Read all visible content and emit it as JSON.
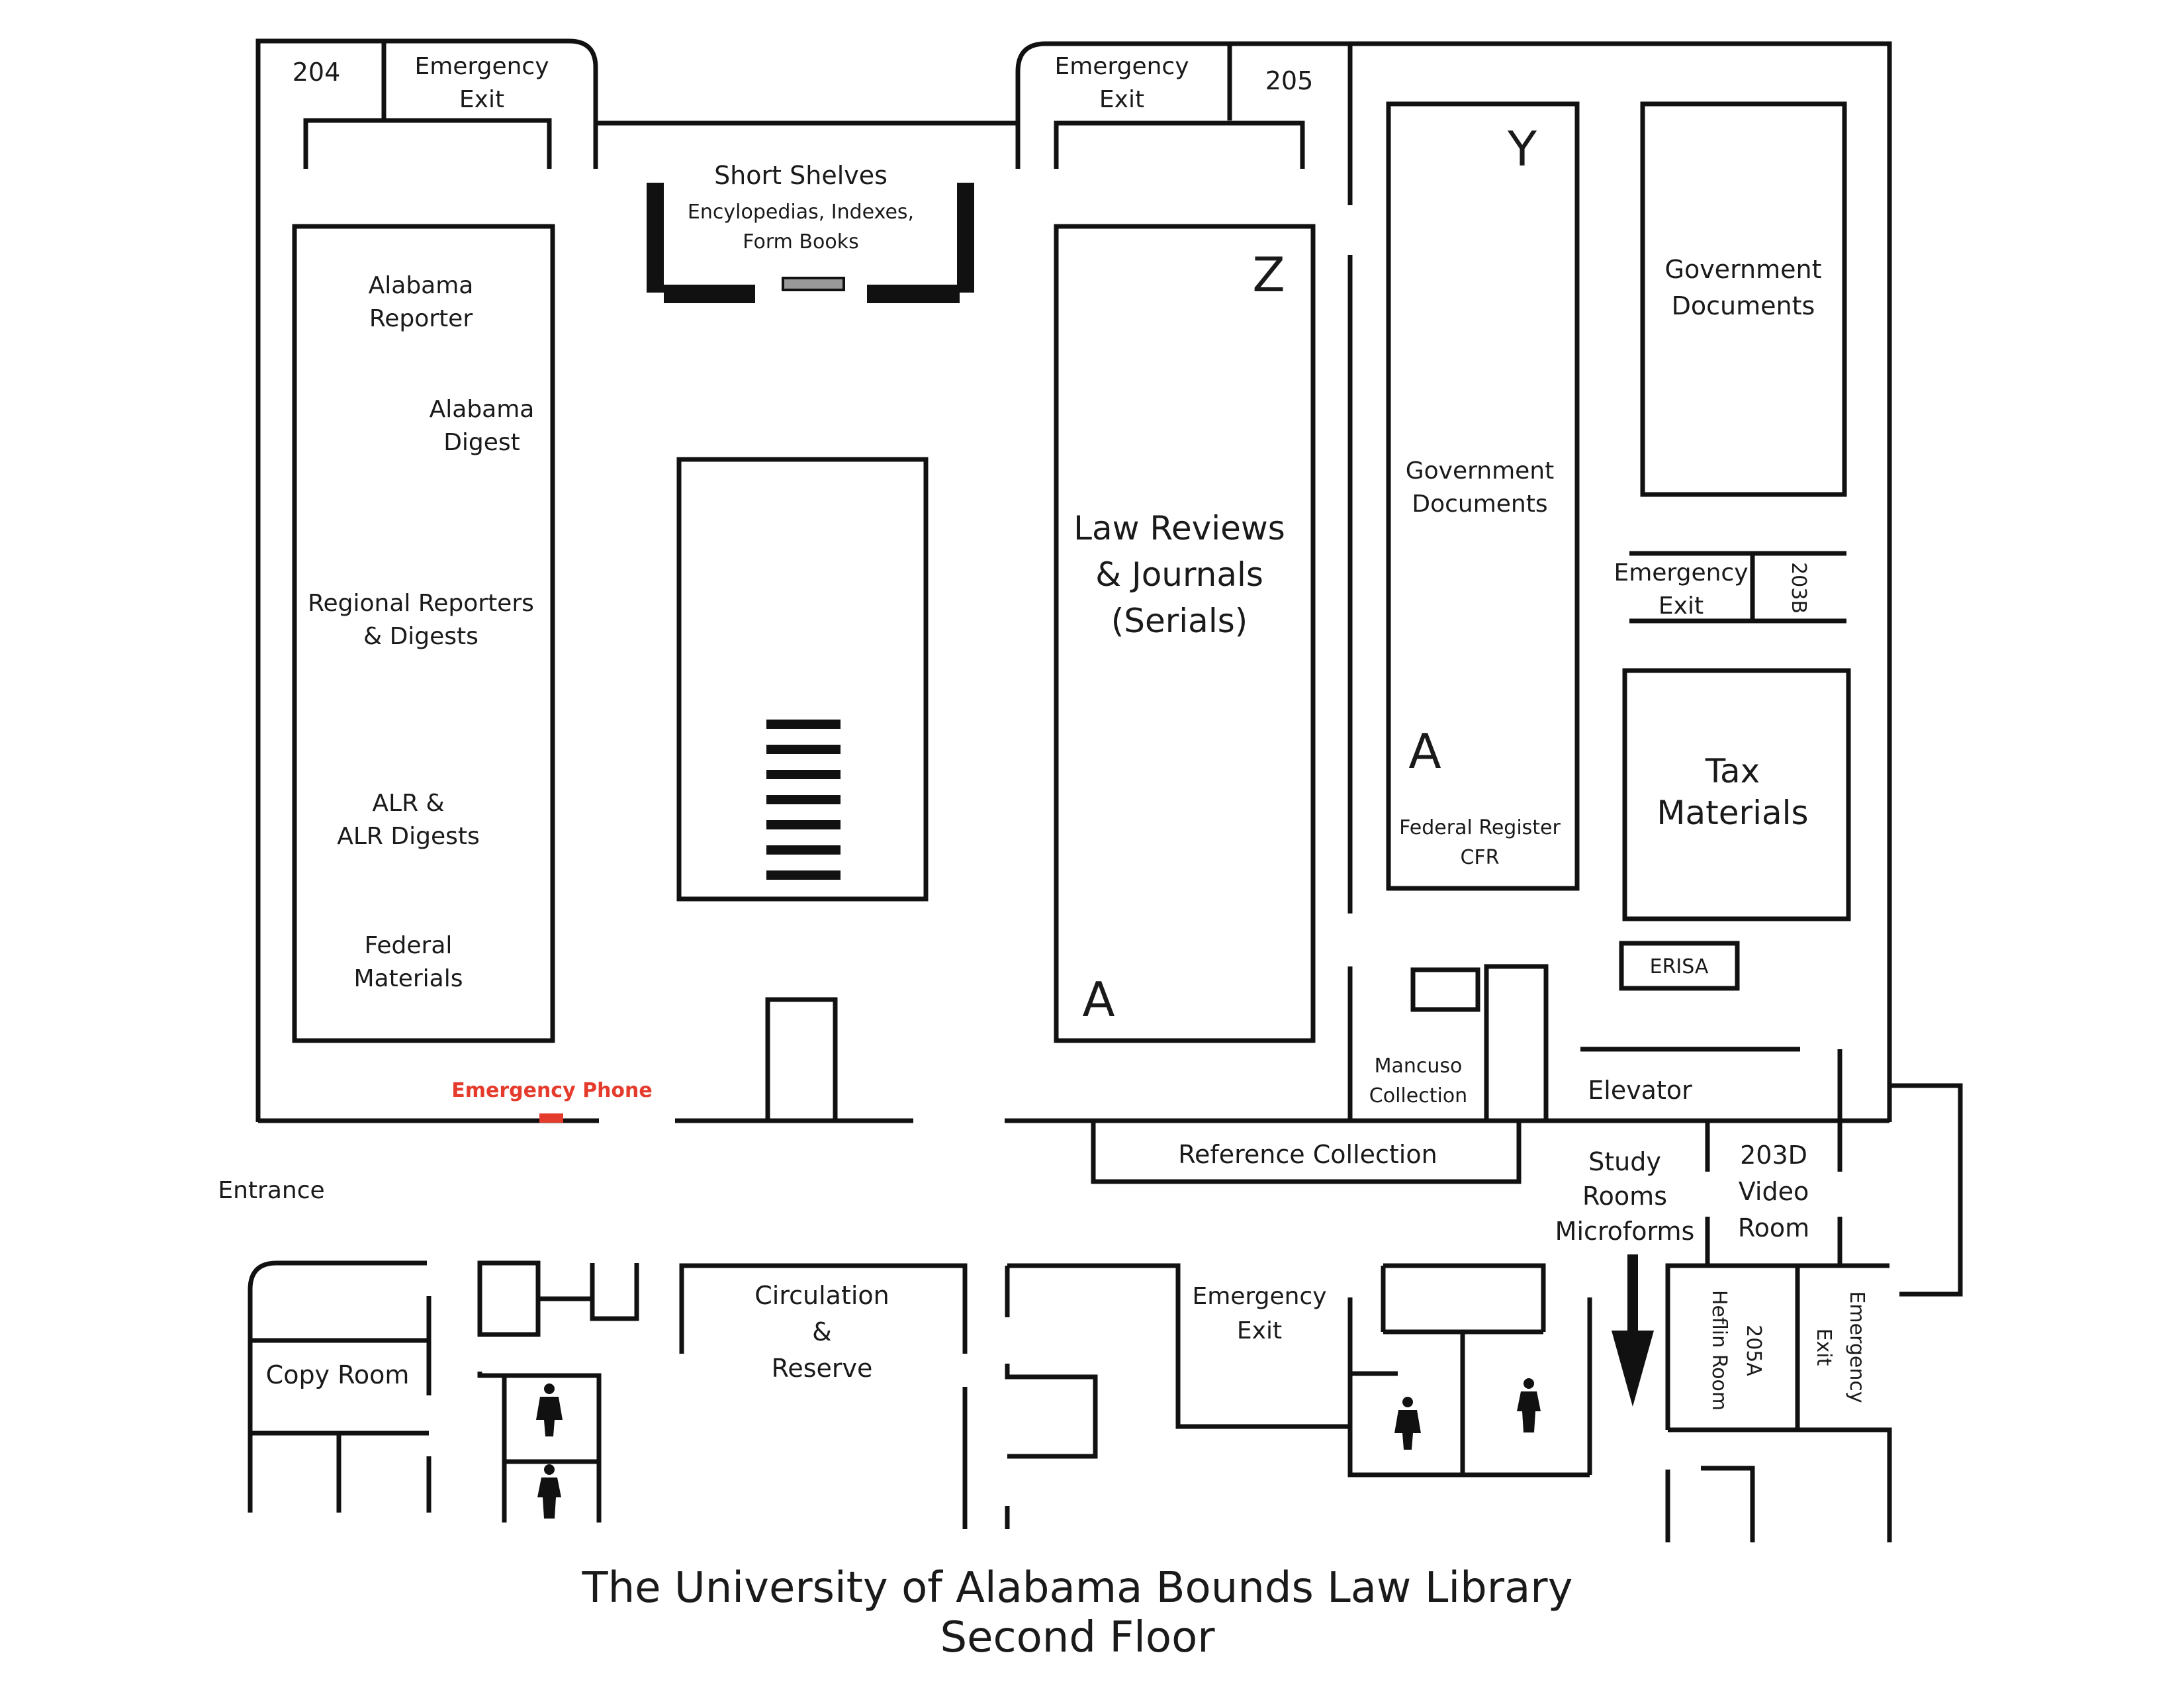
{
  "map": {
    "title_line1": "The University of Alabama Bounds Law Library",
    "title_line2": "Second Floor",
    "accent_red": "#e53b2c",
    "rooms": {
      "r204": "204",
      "r205": "205",
      "r203b": "203B",
      "r203d_1": "203D",
      "r203d_2": "Video",
      "r203d_3": "Room",
      "r205a_1": "205A",
      "r205a_2": "Heflin Room"
    },
    "labels": {
      "emergency": "Emergency",
      "exit": "Exit",
      "short_shelves": "Short Shelves",
      "short_shelves_sub1": "Encylopedias, Indexes,",
      "short_shelves_sub2": "Form Books",
      "alabama_reporter_1": "Alabama",
      "alabama_reporter_2": "Reporter",
      "alabama_digest_1": "Alabama",
      "alabama_digest_2": "Digest",
      "regional_1": "Regional Reporters",
      "regional_2": "& Digests",
      "alr_1": "ALR &",
      "alr_2": "ALR Digests",
      "federal_materials_1": "Federal",
      "federal_materials_2": "Materials",
      "emergency_phone": "Emergency Phone",
      "law_reviews_1": "Law Reviews",
      "law_reviews_2": "& Journals",
      "law_reviews_3": "(Serials)",
      "letter_z": "Z",
      "letter_y": "Y",
      "letter_a": "A",
      "gov_docs_1": "Government",
      "gov_docs_2": "Documents",
      "federal_register": "Federal Register",
      "cfr": "CFR",
      "tax_1": "Tax",
      "tax_2": "Materials",
      "erisa": "ERISA",
      "mancuso_1": "Mancuso",
      "mancuso_2": "Collection",
      "elevator": "Elevator",
      "reference_collection": "Reference Collection",
      "study_1": "Study",
      "study_2": "Rooms",
      "microforms": "Microforms",
      "entrance": "Entrance",
      "copy_room": "Copy Room",
      "circulation_1": "Circulation",
      "circulation_2": "&",
      "circulation_3": "Reserve"
    },
    "icons": [
      "stairs-icon",
      "women-restroom-icon",
      "men-restroom-icon",
      "down-arrow-icon"
    ]
  }
}
